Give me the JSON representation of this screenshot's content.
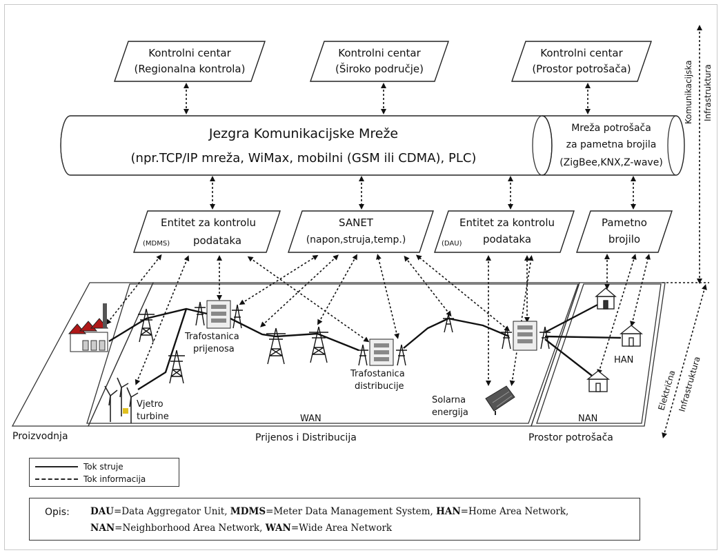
{
  "control_centers": [
    {
      "line1": "Kontrolni centar",
      "line2": "(Regionalna kontrola)"
    },
    {
      "line1": "Kontrolni centar",
      "line2": "(Široko područje)"
    },
    {
      "line1": "Kontrolni centar",
      "line2": "(Prostor potrošača)"
    }
  ],
  "core_network": {
    "title": "Jezgra Komunikacijske Mreže",
    "subtitle": "(npr.TCP/IP mreža, WiMax, mobilni (GSM ili CDMA), PLC)"
  },
  "consumer_network": {
    "line1": "Mreža potrošača",
    "line2": "za pametna brojila",
    "line3": "(ZigBee,KNX,Z-wave)"
  },
  "entities": [
    {
      "tag": "(MDMS)",
      "line1": "Entitet za kontrolu",
      "line2": "podataka"
    },
    {
      "tag": "",
      "line1": "SANET",
      "line2": "(napon,struja,temp.)"
    },
    {
      "tag": "(DAU)",
      "line1": "Entitet za kontrolu",
      "line2": "podataka"
    },
    {
      "tag": "",
      "line1": "Pametno",
      "line2": "brojilo"
    }
  ],
  "axis_labels": {
    "communication": [
      "Komunikacijska",
      "Infrastruktura"
    ],
    "electrical": [
      "Električna",
      "Infrastruktura"
    ]
  },
  "components": {
    "trafo_prijenos": [
      "Trafostanica",
      "prijenosa"
    ],
    "trafo_distribucija": [
      "Trafostanica",
      "distribucije"
    ],
    "wind": [
      "Vjetro",
      "turbine"
    ],
    "solar": [
      "Solarna",
      "energija"
    ],
    "han": "HAN"
  },
  "zones": {
    "wan": "WAN",
    "nan": "NAN",
    "proizvodnja": "Proizvodnja",
    "prijenos": "Prijenos i Distribucija",
    "prostor": "Prostor potrošača"
  },
  "legend": {
    "power": "Tok struje",
    "info": "Tok informacija"
  },
  "opis": {
    "label": "Opis:",
    "line1": [
      {
        "abbr": "DAU",
        "text": "=Data Aggregator Unit, "
      },
      {
        "abbr": "MDMS",
        "text": "=Meter Data Management System, "
      },
      {
        "abbr": "HAN",
        "text": "=Home Area Network,"
      }
    ],
    "line2": [
      {
        "abbr": "NAN",
        "text": "=Neighborhood Area Network, "
      },
      {
        "abbr": "WAN",
        "text": "=Wide Area Network"
      }
    ]
  }
}
